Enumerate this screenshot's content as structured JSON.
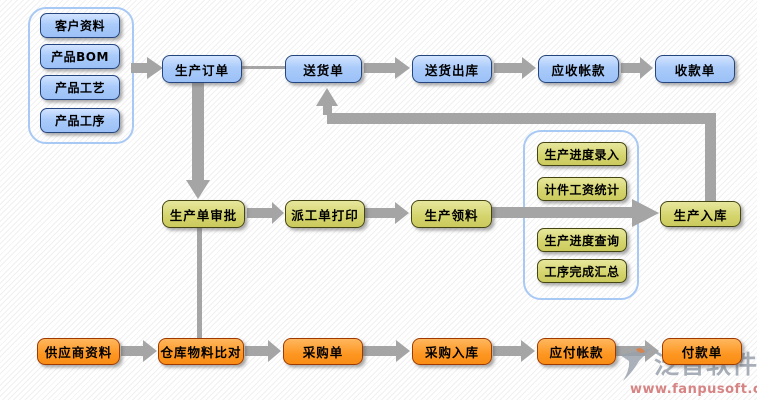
{
  "colors": {
    "blue_node": "#aaccfa",
    "yellow_node": "#d4d46c",
    "orange_node": "#ffa033",
    "arrow_gray": "#a5a5a5",
    "group_border": "#a9c9f5",
    "watermark_gray": "#969ea9",
    "watermark_red": "#cf6a6a"
  },
  "groups": {
    "master_data": {
      "items": [
        "客户资料",
        "产品BOM",
        "产品工艺",
        "产品工序"
      ]
    },
    "progress": {
      "items": [
        "生产进度录入",
        "计件工资统计",
        "生产进度查询",
        "工序完成汇总"
      ]
    }
  },
  "nodes": {
    "production_order": "生产订单",
    "delivery_note": "送货单",
    "delivery_outbound": "送货出库",
    "accounts_receivable": "应收帐款",
    "receipt_note": "收款单",
    "production_order_approval": "生产单审批",
    "dispatch_order_print": "派工单打印",
    "production_material_requisition": "生产领料",
    "production_inbound": "生产入库",
    "supplier_info": "供应商资料",
    "warehouse_material_check": "仓库物料比对",
    "purchase_order": "采购单",
    "purchase_inbound": "采购入库",
    "accounts_payable": "应付帐款",
    "payment_note": "付款单"
  },
  "watermark": {
    "brand": "泛普软件",
    "url": "www.fanpusoft.com"
  }
}
